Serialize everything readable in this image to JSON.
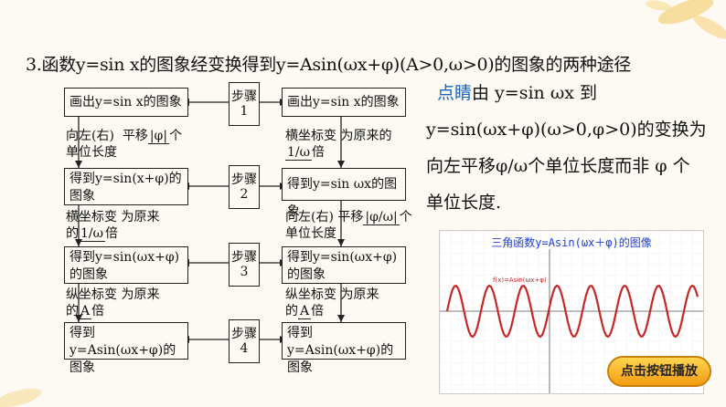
{
  "heading": "3.函数y=sin x的图象经变换得到y=Asin(ωx+φ)(A>0,ω>0)的图象的两种途径",
  "left_boxes": [
    "画出y=sin x的图象",
    "得到y=sin(x+φ)的图象",
    "得到y=sin(ωx+φ)的图象",
    "得到y=Asin(ωx+φ)的图象"
  ],
  "right_boxes": [
    "画出y=sin x的图象",
    "得到y=sin ωx的图象",
    "得到y=sin(ωx+φ)的图象",
    "得到y=Asin(ωx+φ)的图象"
  ],
  "steps": [
    "步骤1",
    "步骤2",
    "步骤3",
    "步骤4"
  ],
  "left_notes": {
    "n1_a": "向左(右)",
    "n1_b": "平移",
    "n1_c": "|φ|",
    "n1_d": "个",
    "n1_e": "单位长度",
    "n2_a": "横坐标变",
    "n2_b": "为原来",
    "n2_c": "的",
    "n2_d": "1/ω",
    "n2_e": "倍",
    "n3_a": "纵坐标变",
    "n3_b": "为原来",
    "n3_c": "的",
    "n3_d": "A",
    "n3_e": "倍"
  },
  "right_notes": {
    "n1_a": "横坐标变",
    "n1_b": "为原来的",
    "n1_c": "1/ω",
    "n1_d": "倍",
    "n2_a": "向左(右)",
    "n2_b": "平移",
    "n2_c": "|φ/ω|",
    "n2_d": "个",
    "n2_e": "单位长度",
    "n3_a": "纵坐标变",
    "n3_b": "为原来",
    "n3_c": "的",
    "n3_d": "A",
    "n3_e": "倍"
  },
  "tip": {
    "keyword": "点睛",
    "line1": "由 y=sin ωx 到",
    "line2": "y=sin(ωx+φ)(ω>0,φ>0)的变换为",
    "line3": "向左平移φ/ω个单位长度而非 φ 个",
    "line4": "单位长度."
  },
  "graph": {
    "title": "三角函数y=Asin(ωx＋φ)的图像",
    "curve_label": "f(x)=Asin(ωx+φ)",
    "curve_color": "#c62828"
  },
  "play_button": "点击按钮播放",
  "colors": {
    "accent": "#1565c0",
    "background": "#fdfaf3"
  }
}
